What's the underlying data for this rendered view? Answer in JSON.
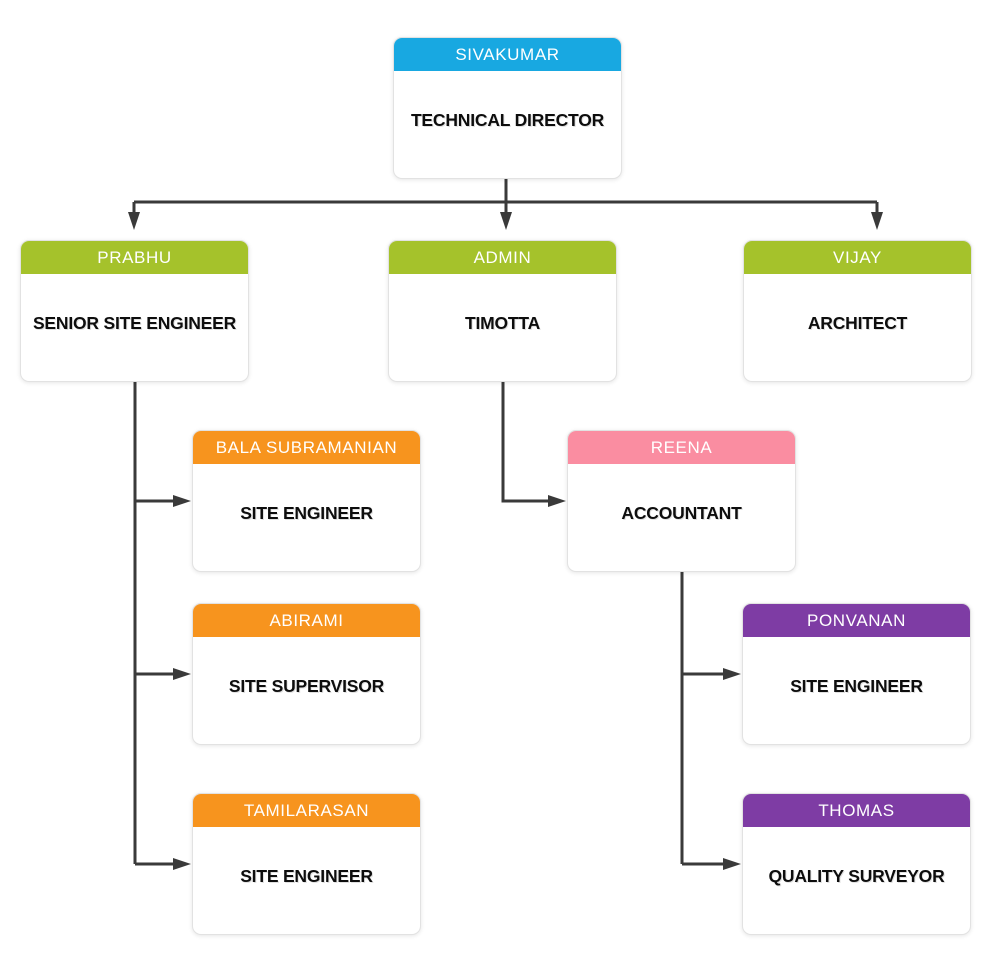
{
  "page": {
    "background_color": "#FFFFFF"
  },
  "org_chart": {
    "connector_color": "#3A3A3A",
    "nodes": [
      {
        "name": "SIVAKUMAR",
        "title": "TECHNICAL DIRECTOR",
        "header_color": "#18A8E1",
        "reports_to": null
      },
      {
        "name": "PRABHU",
        "title": "SENIOR SITE ENGINEER",
        "header_color": "#A5C22B",
        "reports_to": "SIVAKUMAR"
      },
      {
        "name": "ADMIN",
        "title": "TIMOTTA",
        "header_color": "#A5C22B",
        "reports_to": "SIVAKUMAR"
      },
      {
        "name": "VIJAY",
        "title": "ARCHITECT",
        "header_color": "#A5C22B",
        "reports_to": "SIVAKUMAR"
      },
      {
        "name": "BALA SUBRAMANIAN",
        "title": "SITE ENGINEER",
        "header_color": "#F7941E",
        "reports_to": "PRABHU"
      },
      {
        "name": "ABIRAMI",
        "title": "SITE SUPERVISOR",
        "header_color": "#F7941E",
        "reports_to": "PRABHU"
      },
      {
        "name": "TAMILARASAN",
        "title": "SITE ENGINEER",
        "header_color": "#F7941E",
        "reports_to": "PRABHU"
      },
      {
        "name": "REENA",
        "title": "ACCOUNTANT",
        "header_color": "#FA8DA1",
        "reports_to": "ADMIN"
      },
      {
        "name": "PONVANAN",
        "title": "SITE ENGINEER",
        "header_color": "#7E3CA4",
        "reports_to": "REENA"
      },
      {
        "name": "THOMAS",
        "title": "QUALITY SURVEYOR",
        "header_color": "#7E3CA4",
        "reports_to": "REENA"
      }
    ]
  }
}
